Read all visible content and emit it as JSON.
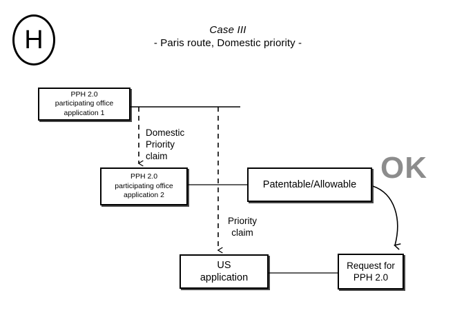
{
  "header": {
    "badge_label": "H",
    "title": "Case III",
    "subtitle": "- Paris route, Domestic priority -"
  },
  "diagram": {
    "type": "flowchart",
    "stamp": "OK",
    "stamp_color": "#8c8c8c",
    "nodes": [
      {
        "id": "office-1",
        "lines": [
          "PPH 2.0",
          "participating office",
          "application 1"
        ]
      },
      {
        "id": "office-2",
        "lines": [
          "PPH 2.0",
          "participating office",
          "application 2"
        ]
      },
      {
        "id": "patentable",
        "lines": [
          "Patentable/Allowable"
        ]
      },
      {
        "id": "us-app",
        "lines": [
          "US",
          "application"
        ]
      },
      {
        "id": "request",
        "lines": [
          "Request for",
          "PPH 2.0"
        ]
      }
    ],
    "edge_labels": {
      "domestic_priority": [
        "Domestic",
        "Priority",
        "claim"
      ],
      "priority_claim": [
        "Priority",
        "claim"
      ]
    }
  }
}
